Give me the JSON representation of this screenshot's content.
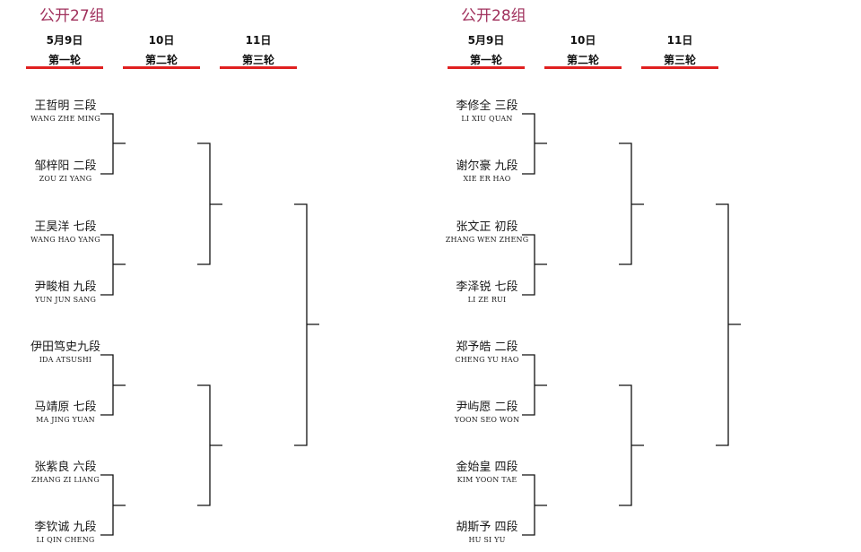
{
  "groups": [
    {
      "title": "公开27组",
      "rounds": [
        {
          "date": "5月9日",
          "name": "第一轮"
        },
        {
          "date": "10日",
          "name": "第二轮"
        },
        {
          "date": "11日",
          "name": "第三轮"
        }
      ],
      "players": [
        {
          "name": "王哲明  三段",
          "roman": "WANG ZHE MING"
        },
        {
          "name": "邹梓阳  二段",
          "roman": "ZOU ZI YANG"
        },
        {
          "name": "王昊洋  七段",
          "roman": "WANG HAO YANG"
        },
        {
          "name": "尹畯相  九段",
          "roman": "YUN JUN SANG"
        },
        {
          "name": "伊田笃史九段",
          "roman": "IDA  ATSUSHI"
        },
        {
          "name": "马靖原  七段",
          "roman": "MA JING YUAN"
        },
        {
          "name": "张紫良  六段",
          "roman": "ZHANG ZI LIANG"
        },
        {
          "name": "李钦诚  九段",
          "roman": "LI QIN CHENG"
        }
      ]
    },
    {
      "title": "公开28组",
      "rounds": [
        {
          "date": "5月9日",
          "name": "第一轮"
        },
        {
          "date": "10日",
          "name": "第二轮"
        },
        {
          "date": "11日",
          "name": "第三轮"
        }
      ],
      "players": [
        {
          "name": "李修全  三段",
          "roman": "LI XIU QUAN"
        },
        {
          "name": "谢尔豪  九段",
          "roman": "XIE ER HAO"
        },
        {
          "name": "张文正  初段",
          "roman": "ZHANG WEN ZHENG"
        },
        {
          "name": "李泽锐  七段",
          "roman": "LI ZE RUI"
        },
        {
          "name": "郑予皓  二段",
          "roman": "CHENG YU HAO"
        },
        {
          "name": "尹屿愿  二段",
          "roman": "YOON SEO WON"
        },
        {
          "name": "金始皇  四段",
          "roman": "KIM YOON TAE"
        },
        {
          "name": "胡斯予  四段",
          "roman": "HU SI YU"
        }
      ]
    }
  ]
}
